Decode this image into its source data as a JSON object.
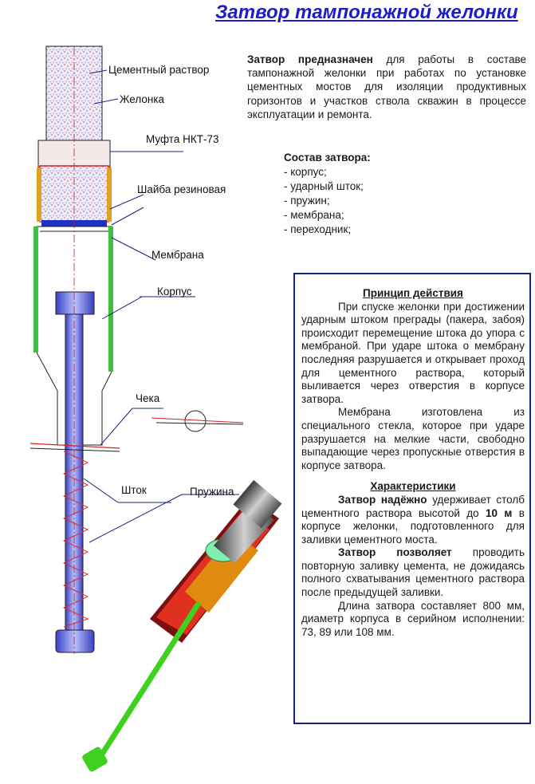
{
  "title": "Затвор тампонажной желонки",
  "labels": {
    "cement": "Цементный раствор",
    "bailer": "Желонка",
    "coupling": "Муфта НКТ-73",
    "washer": "Шайба резиновая",
    "membrane": "Мембрана",
    "body": "Корпус",
    "pin": "Чека",
    "rod": "Шток",
    "spring": "Пружина"
  },
  "intro": {
    "lead": "Затвор предназначен",
    "text": " для работы в составе тампонажной желонки при работах по установке цементных мостов для изоляции продуктивных горизонтов и участков ствола скважин в процессе эксплуатации и ремонта."
  },
  "composition": {
    "heading": "Состав затвора:",
    "items": [
      "- корпус;",
      "- ударный шток;",
      "- пружин;",
      "- мембрана;",
      "- переходник;"
    ]
  },
  "principle": {
    "heading": "Принцип действия",
    "p1": "При спуске желонки при достижении ударным штоком преграды (пакера, забоя) происходит перемещение штока до упора с мембраной. При ударе штока о мембрану последняя разрушается и открывает проход для цементного раствора, который выливается через отверстия в корпусе затвора.",
    "p2": "Мембрана изготовлена из специального стекла, которое при ударе разрушается на мелкие части, свободно выпадающие через пропускные отверстия в корпусе затвора."
  },
  "specs": {
    "heading": "Характеристики",
    "p1_lead": "Затвор надёжно",
    "p1_a": " удерживает столб цементного раствора высотой до ",
    "p1_value": "10 м",
    "p1_b": " в корпусе желонки, подготовленного для заливки цементного моста.",
    "p2_lead": "Затвор позволяет",
    "p2_text": " проводить повторную заливку цемента, не дожидаясь полного схватывания цементного раствора после предыдущей заливки.",
    "p3": "Длина затвора составляет 800 мм, диаметр корпуса в серийном исполнении: 73, 89 или 108 мм."
  },
  "colors": {
    "title": "#1c1cc8",
    "box_border": "#1a237e",
    "body_green": "#3fbf3f",
    "rod_blue": "#5a64e0",
    "spring_red": "#e03030",
    "coupling_red": "#d02020"
  }
}
